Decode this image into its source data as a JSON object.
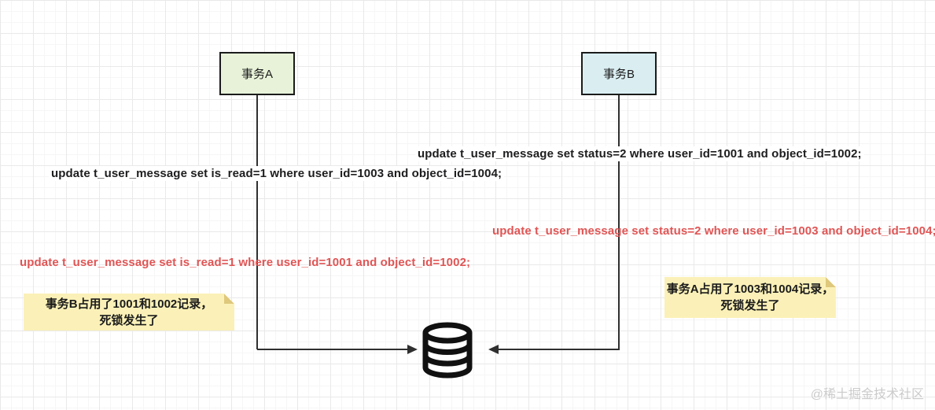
{
  "diagram": {
    "transaction_a": {
      "label": "事务A"
    },
    "transaction_b": {
      "label": "事务B"
    },
    "statements": {
      "b_first": "update t_user_message set status=2 where user_id=1001 and object_id=1002;",
      "a_first": "update t_user_message set is_read=1 where user_id=1003 and object_id=1004;",
      "b_second": "update t_user_message set status=2 where user_id=1003 and object_id=1004;",
      "a_second": "update t_user_message set is_read=1 where user_id=1001 and object_id=1002;"
    },
    "notes": {
      "left": {
        "line1": "事务B占用了1001和1002记录，",
        "line2": "死锁发生了"
      },
      "right": {
        "line1": "事务A占用了1003和1004记录，",
        "line2": "死锁发生了"
      }
    },
    "colors": {
      "transaction_a_bg": "#e7f2d8",
      "transaction_b_bg": "#daeef2",
      "note_bg": "#fbf1b8",
      "note_fold": "#dfc87c",
      "sql_black": "#1d1d1f",
      "sql_red": "#e05555",
      "line": "#2f2f2f",
      "watermark": "#cbcbcb"
    }
  },
  "watermark": "@稀土掘金技术社区"
}
